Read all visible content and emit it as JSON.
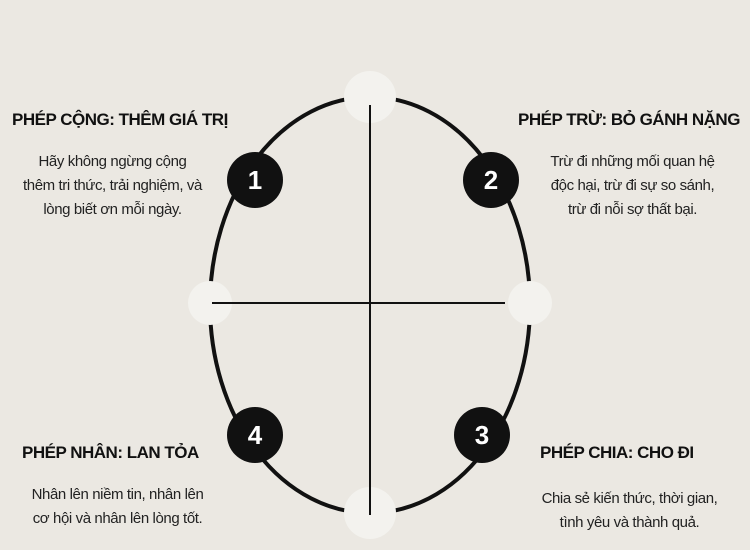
{
  "steps": [
    {
      "number": "1",
      "title": "PHÉP CỘNG: THÊM GIÁ TRỊ",
      "lines": [
        "Hãy không ngừng cộng",
        "thêm tri thức, trải nghiệm, và",
        "lòng biết ơn mỗi ngày."
      ]
    },
    {
      "number": "2",
      "title": "PHÉP TRỪ: BỎ GÁNH NẶNG",
      "lines": [
        "Trừ đi những mối quan hệ",
        "độc hại, trừ đi sự so sánh,",
        "trừ đi nỗi sợ thất bại."
      ]
    },
    {
      "number": "3",
      "title": "PHÉP CHIA: CHO ĐI",
      "lines": [
        "Chia sẻ kiến thức, thời gian,",
        "tình yêu và thành quả."
      ]
    },
    {
      "number": "4",
      "title": "PHÉP NHÂN: LAN TỎA",
      "lines": [
        "Nhân lên niềm tin, nhân lên",
        "cơ hội và nhân lên lòng tốt."
      ]
    }
  ],
  "colors": {
    "background": "#ebe8e2",
    "ink": "#111111"
  }
}
